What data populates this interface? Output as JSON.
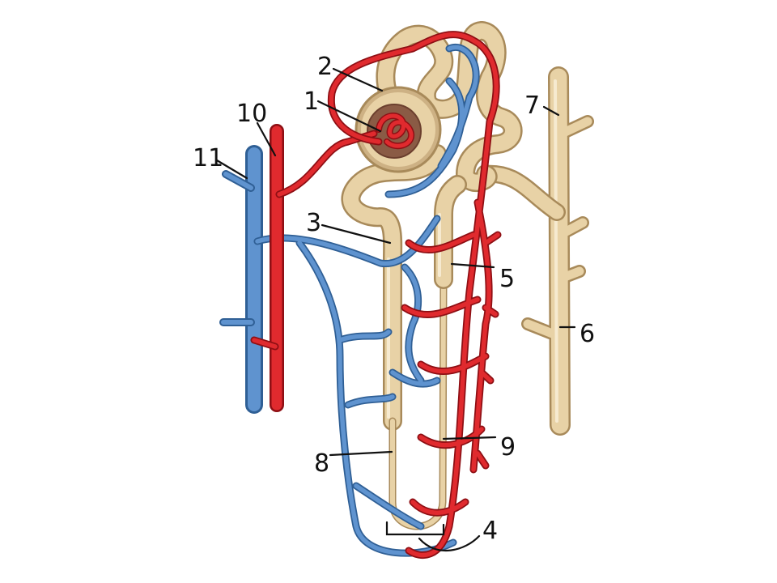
{
  "labels": {
    "l1": "1",
    "l2": "2",
    "l3": "3",
    "l4": "4",
    "l5": "5",
    "l6": "6",
    "l7": "7",
    "l8": "8",
    "l9": "9",
    "l10": "10",
    "l11": "11"
  },
  "colors": {
    "tubule": "#e8d2a6",
    "artery": "#e02a2e",
    "vein": "#5f93cf",
    "label_ink": "#111111"
  }
}
